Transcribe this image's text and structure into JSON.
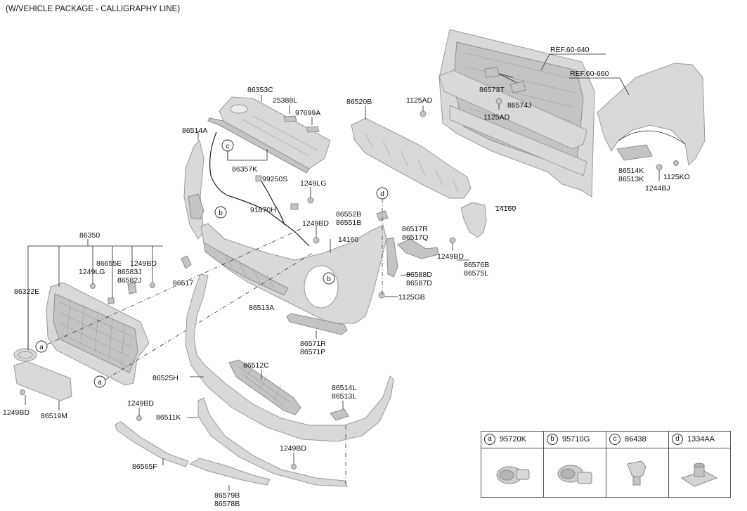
{
  "title": "(W/VEHICLE PACKAGE - CALLIGRAPHY LINE)",
  "ref_labels": [
    "REF.60-640",
    "REF.60-660"
  ],
  "callouts": {
    "a": "a",
    "b": "b",
    "c": "c",
    "d": "d"
  },
  "labels": {
    "p86353C": "86353C",
    "p25388L": "25388L",
    "p97699A": "97699A",
    "p86514A": "86514A",
    "p86357K": "86357K",
    "p99250S": "99250S",
    "p1249LG_a": "1249LG",
    "p91870H": "91870H",
    "p86520B": "86520B",
    "p1125AD_a": "1125AD",
    "p86573T": "86573T",
    "p86574J": "86574J",
    "p1125AD_b": "1125AD",
    "p86514K": "86514K",
    "p86513K": "86513K",
    "p1125KO": "1125KO",
    "p1244BJ": "1244BJ",
    "p14160_a": "14160",
    "p86552B": "86552B",
    "p86551B": "86551B",
    "p1249BD_a": "1249BD",
    "p14160_b": "14160",
    "p86517R": "86517R",
    "p86517Q": "86517Q",
    "p1249BD_b": "1249BD",
    "p86576B": "86576B",
    "p86575L": "86575L",
    "p86350": "86350",
    "p86655E": "86655E",
    "p1249BD_c": "1249BD",
    "p1249LG_b": "1249LG",
    "p86583J": "86583J",
    "p86582J": "86582J",
    "p86322E": "86322E",
    "p86517": "86517",
    "p86513A": "86513A",
    "p86588D": "86588D",
    "p86587D": "86587D",
    "p1125GB": "1125GB",
    "p86571R": "86571R",
    "p86571P": "86571P",
    "p86512C": "86512C",
    "p86525H": "86525H",
    "p86514L": "86514L",
    "p86513L": "86513L",
    "p1249BD_d": "1249BD",
    "p86519M": "86519M",
    "p1249BD_e": "1249BD",
    "p86511K": "86511K",
    "p1249BD_f": "1249BD",
    "p86565F": "86565F",
    "p86579B": "86579B",
    "p86578B": "86578B"
  },
  "legend": [
    {
      "letter": "a",
      "part": "95720K"
    },
    {
      "letter": "b",
      "part": "95710G"
    },
    {
      "letter": "c",
      "part": "86438"
    },
    {
      "letter": "d",
      "part": "1334AA"
    }
  ]
}
